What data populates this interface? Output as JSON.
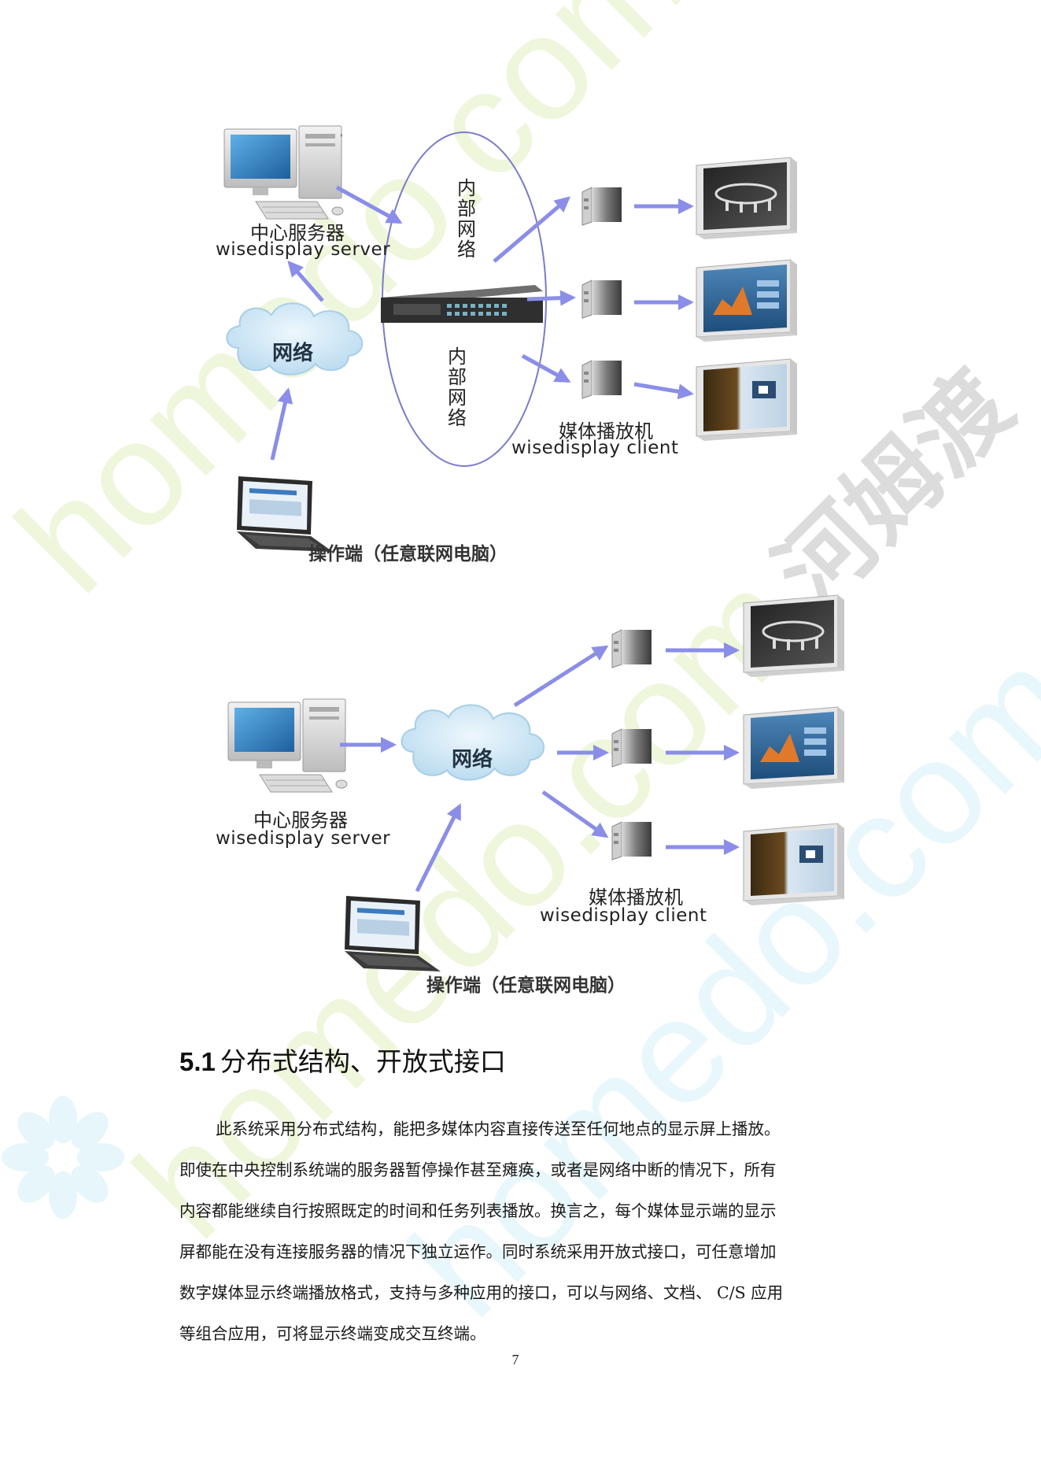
{
  "diagram1": {
    "server_cn": "中心服务器",
    "server_en": "wisedisplay server",
    "cloud": "网络",
    "internal_top": "内部网络",
    "internal_bottom": "内部网络",
    "client_cn": "媒体播放机",
    "client_en": "wisedisplay client",
    "operator": "操作端（任意联网电脑）"
  },
  "diagram2": {
    "server_cn": "中心服务器",
    "server_en": "wisedisplay server",
    "cloud": "网络",
    "client_cn": "媒体播放机",
    "client_en": "wisedisplay client",
    "operator": "操作端（任意联网电脑）"
  },
  "section": {
    "number": "5.1",
    "title": "分布式结构、开放式接口",
    "lines": [
      "此系统采用分布式结构，能把多媒体内容直接传送至任何地点的显示屏上播放。",
      "即使在中央控制系统端的服务器暂停操作甚至瘫痪，或者是网络中断的情况下，所有",
      "内容都能继续自行按照既定的时间和任务列表播放。换言之，每个媒体显示端的显示",
      "屏都能在没有连接服务器的情况下独立运作。同时系统采用开放式接口，可任意增加",
      "数字媒体显示终端播放格式，支持与多种应用的接口，可以与网络、文档、 C/S 应用",
      "等组合应用，可将显示终端变成交互终端。"
    ]
  },
  "page_number": "7",
  "watermarks": {
    "site": "homedo.com",
    "brand": "河姆渡"
  },
  "colors": {
    "arrow": "#8a8ee8",
    "ellipse": "#7a7cc8",
    "cloud": "#cfe6f5",
    "watermark_green": "#eef6dc",
    "watermark_blue": "#e6f6fa",
    "watermark_gray": "#d4d4d4"
  }
}
